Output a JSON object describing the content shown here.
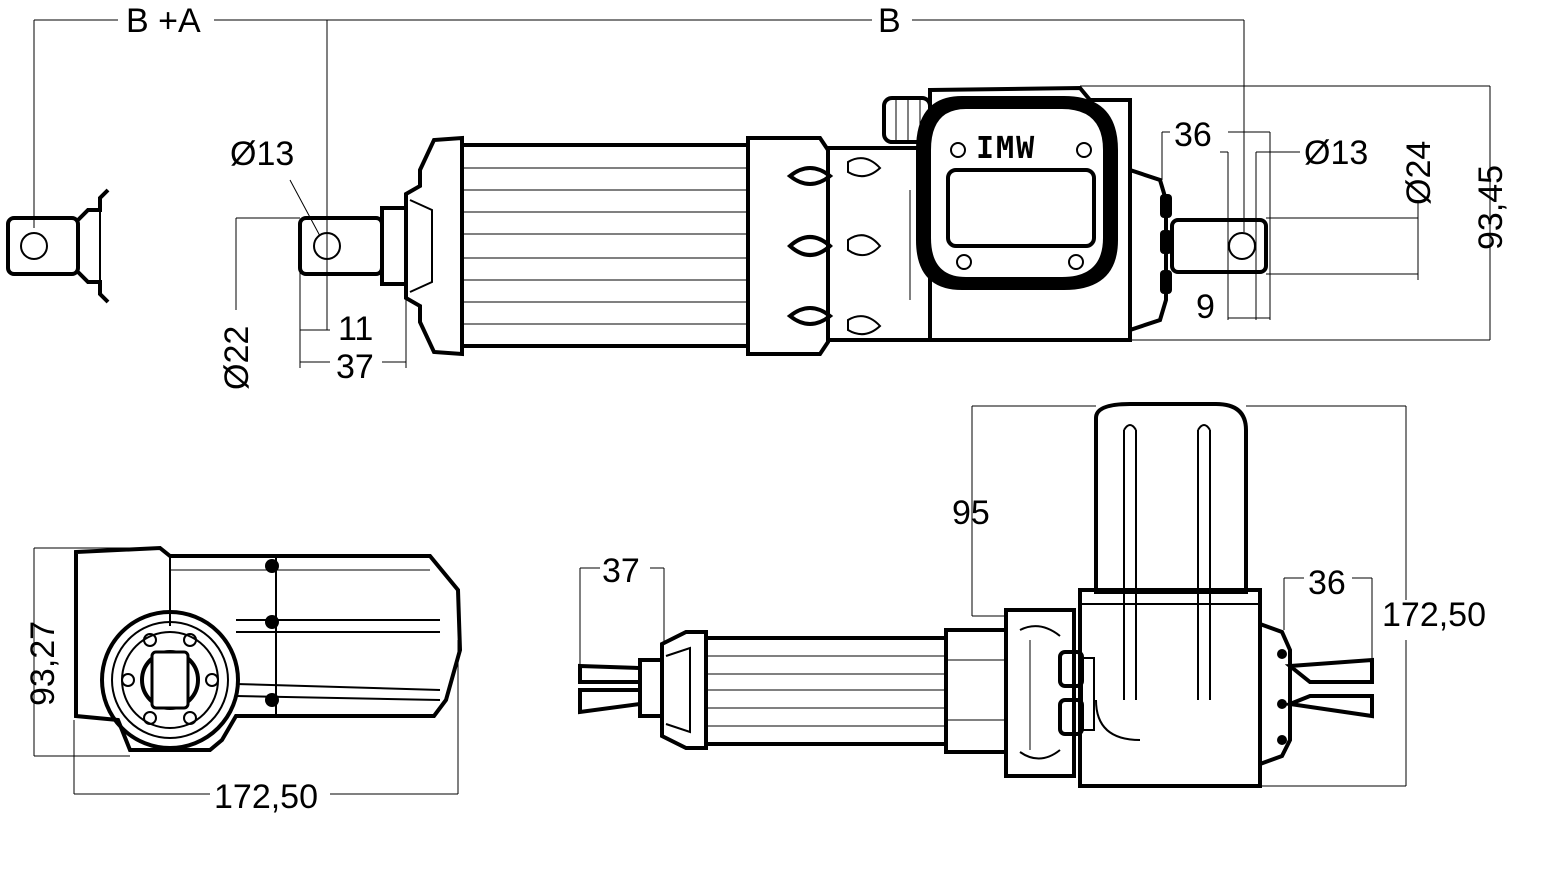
{
  "brand": "IMW",
  "dimensions": {
    "top_b_plus_a": "B +A",
    "top_b": "B",
    "top_dia_13_left": "Ø13",
    "top_dia_22": "Ø22",
    "top_11": "11",
    "top_37": "37",
    "top_36": "36",
    "top_dia_13_right": "Ø13",
    "top_dia_24": "Ø24",
    "top_93_45": "93,45",
    "top_9": "9",
    "left_93_27": "93,27",
    "left_172_50": "172,50",
    "right_95": "95",
    "right_37": "37",
    "right_36": "36",
    "right_172_50": "172,50"
  }
}
